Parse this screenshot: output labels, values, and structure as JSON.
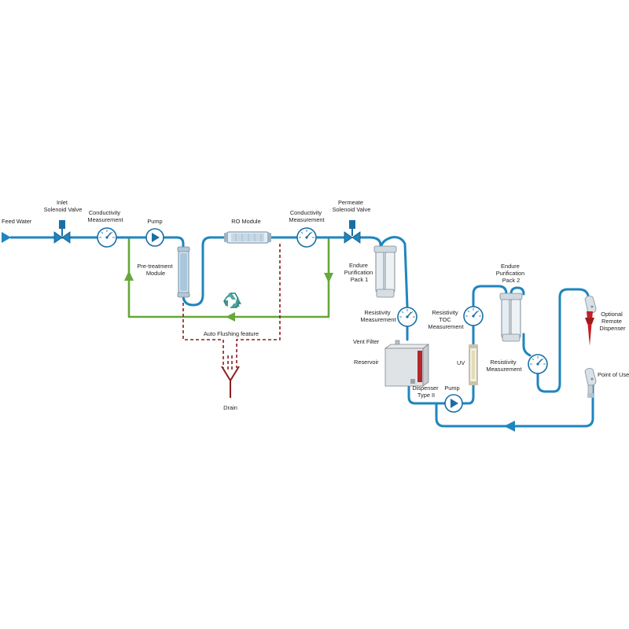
{
  "labels": {
    "feed_water": "Feed Water",
    "inlet_valve": [
      "Inlet",
      "Solenoid Valve"
    ],
    "conductivity_1": [
      "Conductivity",
      "Measurement"
    ],
    "pump_1": "Pump",
    "pretreatment": [
      "Pre-treatment",
      "Module"
    ],
    "ro_module": "RO Module",
    "conductivity_2": [
      "Conductivity",
      "Measurement"
    ],
    "permeate_valve": [
      "Permeate",
      "Solenoid Valve"
    ],
    "endure_pack_1": [
      "Endure",
      "Purification",
      "Pack 1"
    ],
    "resistivity_1": [
      "Resistivity",
      "Measurement"
    ],
    "vent_filter": "Vent Filter",
    "reservoir": "Reservoir",
    "dispenser_type2": [
      "Dispenser",
      "Type II"
    ],
    "pump_2": "Pump",
    "resistivity_toc": [
      "Resistivity",
      "TOC",
      "Measurement"
    ],
    "uv": "UV",
    "endure_pack_2": [
      "Endure",
      "Purification",
      "Pack 2"
    ],
    "resistivity_2": [
      "Resistivity",
      "Measurement"
    ],
    "optional_remote": [
      "Optional",
      "Remote",
      "Dispenser"
    ],
    "point_of_use": "Point of Use",
    "auto_flushing": "Auto Flushing feature",
    "drain": "Drain"
  },
  "colors": {
    "water_pipe": "#1e85bf",
    "recirculation": "#66a83a",
    "drain_line": "#8b1e1e",
    "remote_dispenser": "#c42026",
    "reservoir_accent": "#b3262b"
  },
  "icons": [
    "feed-arrow-icon",
    "solenoid-valve-icon",
    "gauge-icon",
    "pump-icon",
    "cartridge-icon",
    "recycle-icon",
    "uv-lamp-icon",
    "dispenser-gun-icon"
  ]
}
